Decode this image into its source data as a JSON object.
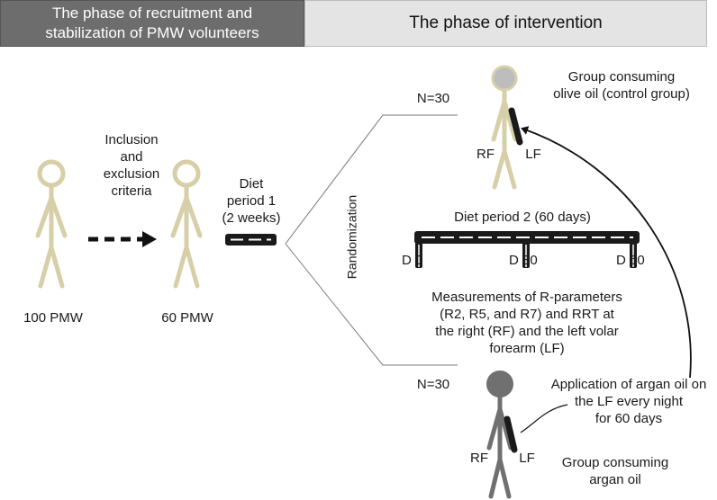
{
  "header": {
    "recruitment_phase": [
      "The phase of recruitment and",
      "stabilization of PMW volunteers"
    ],
    "intervention_phase": "The phase of intervention"
  },
  "labels": {
    "inclusion": [
      "Inclusion",
      "and",
      "exclusion",
      "criteria"
    ],
    "count_start": "100 PMW",
    "count_after": "60 PMW",
    "diet1": [
      "Diet",
      "period 1",
      "(2 weeks)"
    ],
    "randomization": "Randomization",
    "n_top": "N=30",
    "n_bottom": "N=30",
    "control_group": [
      "Group consuming",
      "olive oil (control group)"
    ],
    "rf_top": "RF",
    "lf_top": "LF",
    "diet2": "Diet period 2 (60 days)",
    "day0": "D 0",
    "day30": "D 30",
    "day60": "D 60",
    "measurements": [
      "Measurements of R-parameters",
      "(R2, R5, and R7) and RRT at",
      "the right (RF) and the left volar",
      "forearm (LF)"
    ],
    "application": [
      "Application of argan oil on",
      "the LF every night",
      "for 60 days"
    ],
    "rf_bottom": "RF",
    "lf_bottom": "LF",
    "argan_group": [
      "Group consuming",
      "argan oil"
    ]
  },
  "colors": {
    "recruit_figure": "#d6cfa8",
    "control_head": "#bdbdbd",
    "argan_figure": "#707070",
    "bar": "#1a1a1a"
  }
}
